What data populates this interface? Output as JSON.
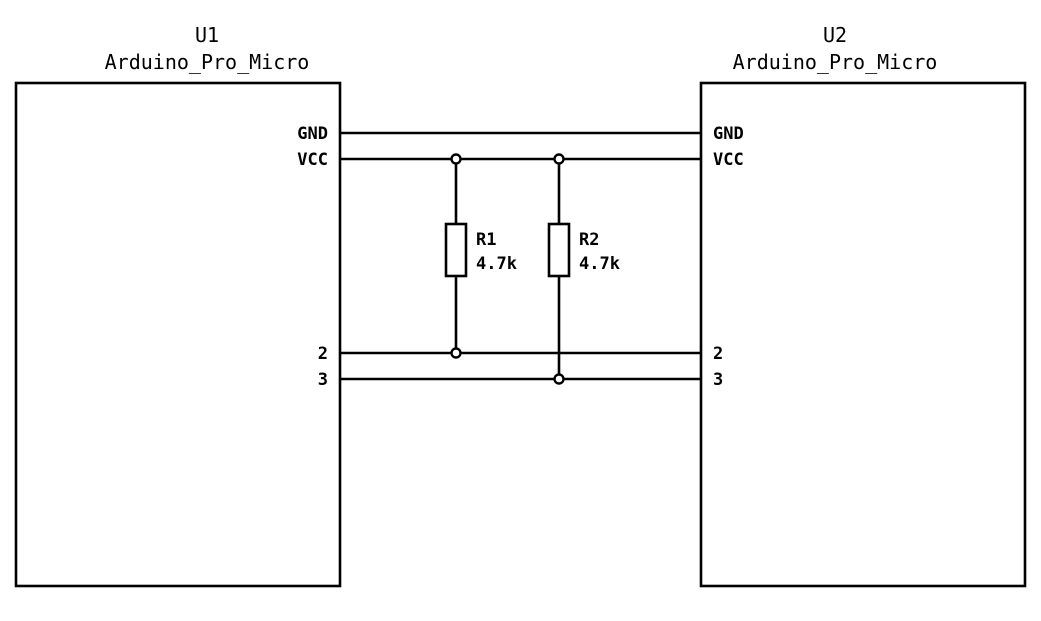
{
  "u1": {
    "ref": "U1",
    "value": "Arduino_Pro_Micro",
    "pins": [
      "GND",
      "VCC",
      "2",
      "3"
    ]
  },
  "u2": {
    "ref": "U2",
    "value": "Arduino_Pro_Micro",
    "pins": [
      "GND",
      "VCC",
      "2",
      "3"
    ]
  },
  "r1": {
    "ref": "R1",
    "value": "4.7k"
  },
  "r2": {
    "ref": "R2",
    "value": "4.7k"
  },
  "colors": {
    "line": "#000000",
    "background": "#ffffff"
  }
}
